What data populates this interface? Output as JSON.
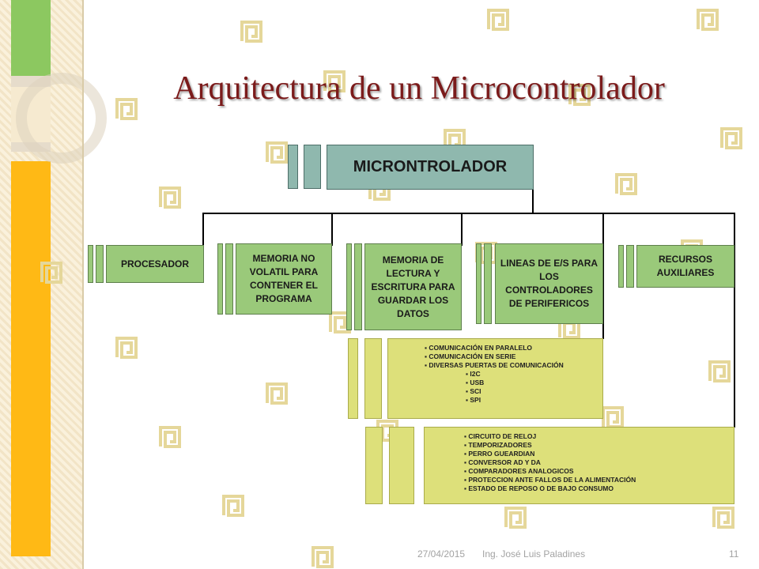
{
  "slide": {
    "title": "Arquitectura de un Microcontrolador",
    "root": "MICRONTROLADOR",
    "branches": [
      "PROCESADOR",
      "MEMORIA NO VOLATIL PARA CONTENER EL PROGRAMA",
      "MEMORIA DE LECTURA Y ESCRITURA PARA GUARDAR LOS DATOS",
      "LINEAS DE E/S PARA LOS CONTROLADORES DE PERIFERICOS",
      "RECURSOS AUXILIARES"
    ],
    "io_list": [
      "COMUNICACIÓN EN PARALELO",
      "COMUNICACIÓN EN SERIE",
      "DIVERSAS PUERTAS DE COMUNICACIÓN"
    ],
    "io_sublist": [
      "I2C",
      "USB",
      "SCI",
      "SPI"
    ],
    "aux_list": [
      "CIRCUITO DE RELOJ",
      "TEMPORIZADORES",
      "PERRO GUEARDIAN",
      "CONVERSOR AD Y DA",
      "COMPARADORES ANALOGICOS",
      "PROTECCION ANTE FALLOS DE LA ALIMENTACIÓN",
      "ESTADO DE REPOSO O DE BAJO CONSUMO"
    ]
  },
  "footer": {
    "date": "27/04/2015",
    "author": "Ing. José Luis Paladines",
    "page": "11"
  },
  "colors": {
    "title": "#7b1b1b",
    "root": "#8fb8ae",
    "branch": "#9ac97a",
    "detail": "#dde07a",
    "left_green": "#8cc860",
    "left_yellow": "#ffb915",
    "pattern": "#e5d79a"
  },
  "icons": {
    "decoration": "greek-key-icon"
  }
}
